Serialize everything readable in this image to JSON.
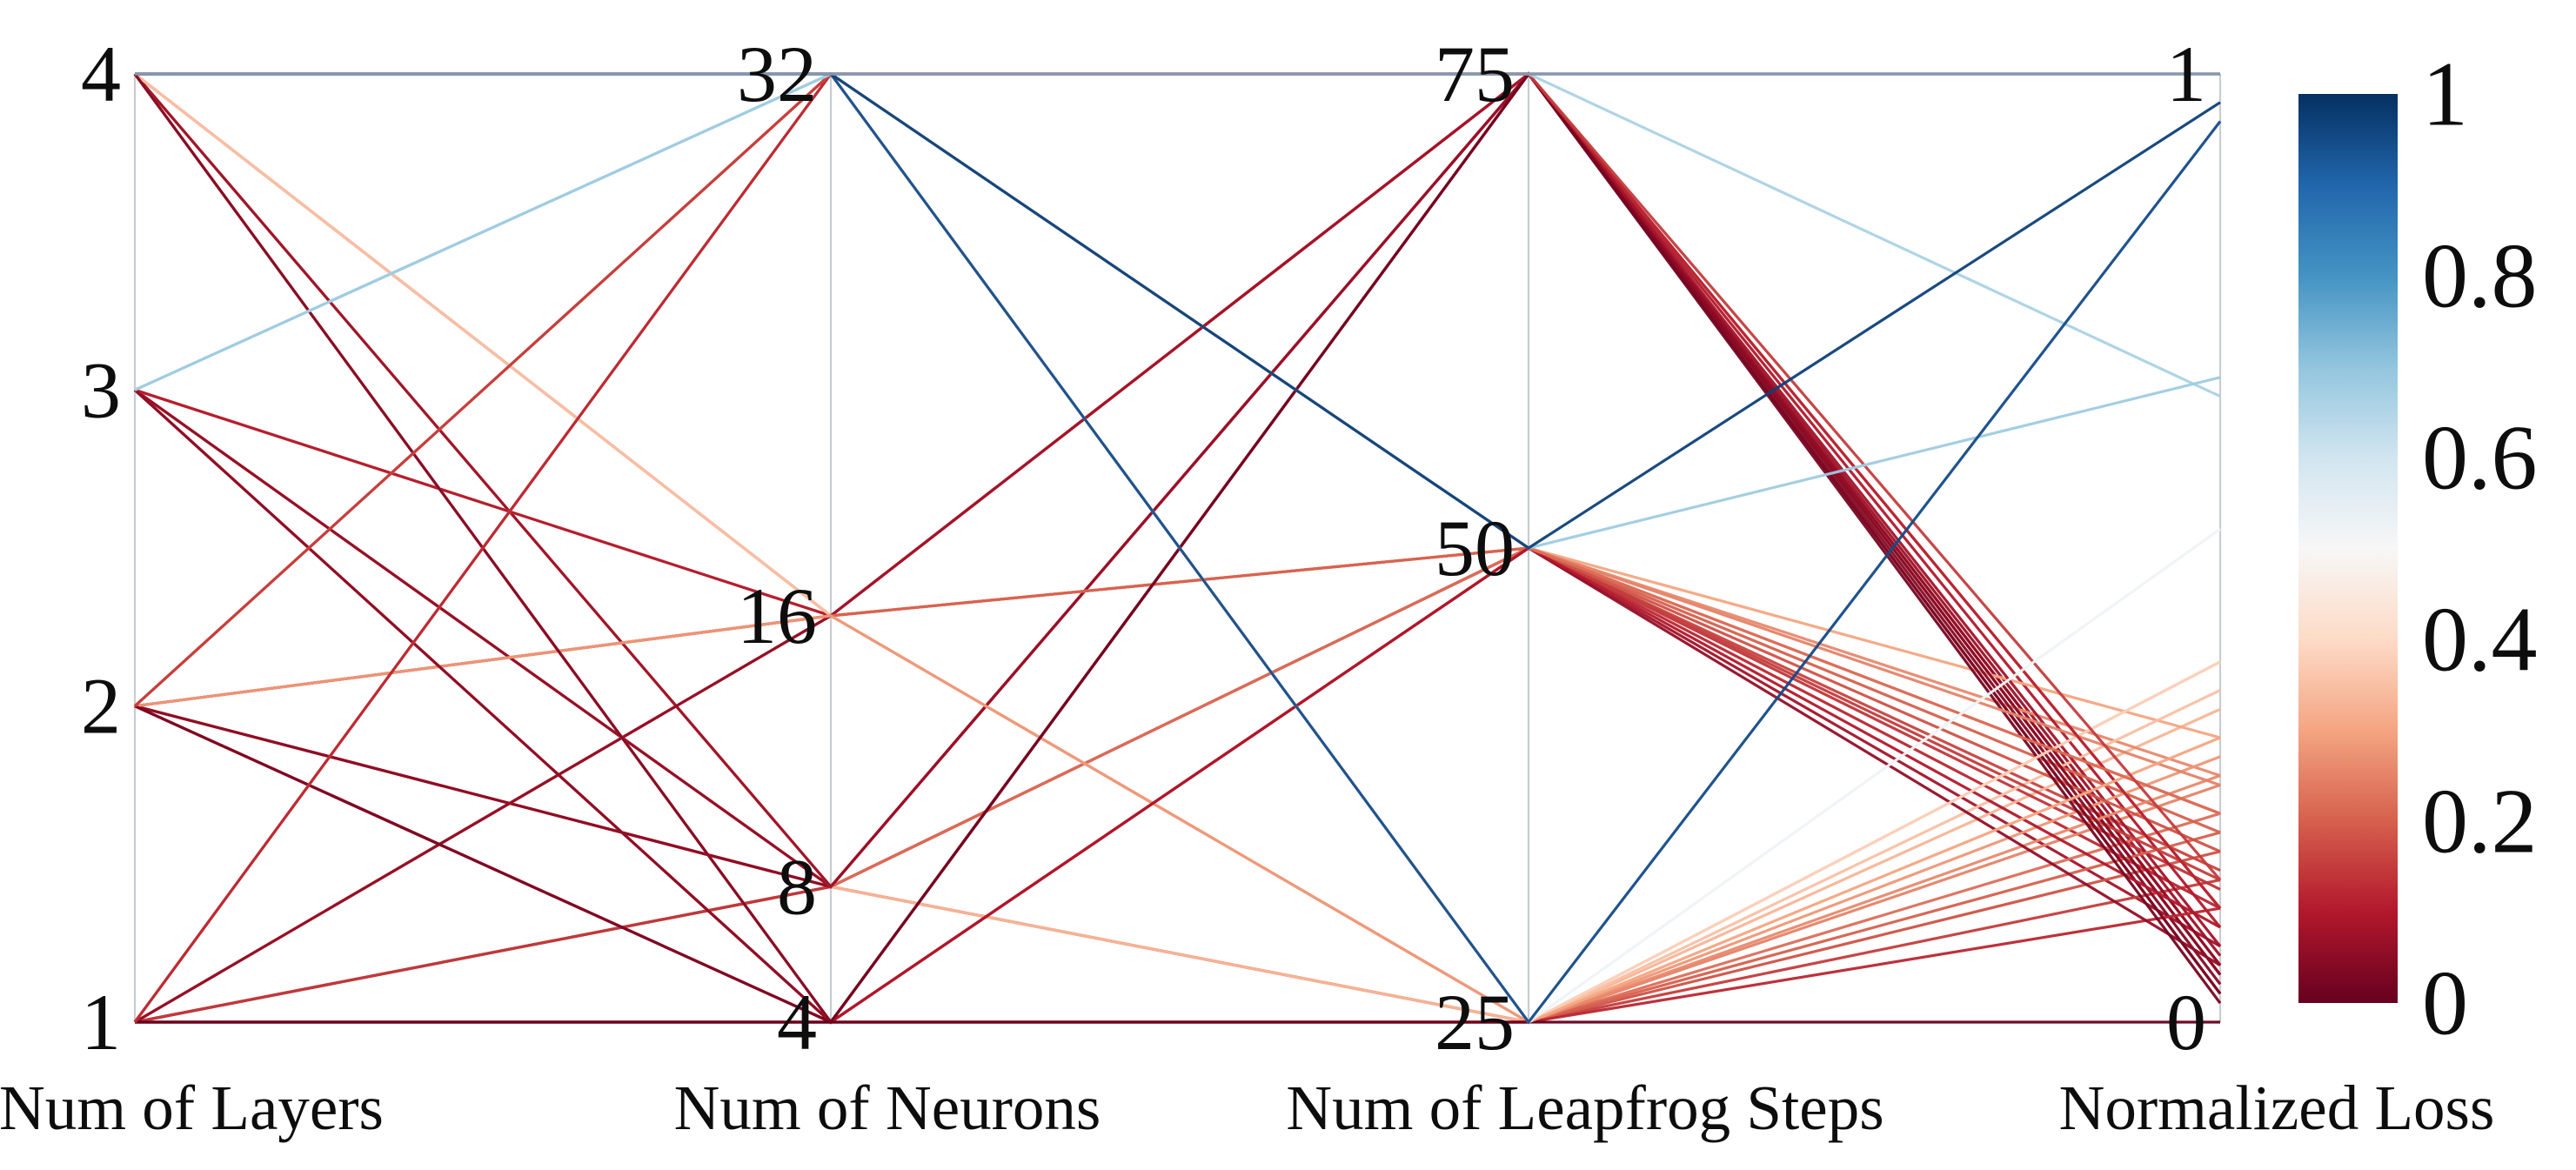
{
  "chart_data": {
    "type": "parallel-coordinates",
    "title": "",
    "color_by": "Normalized Loss",
    "axes": [
      {
        "label": "Num of Layers",
        "range": [
          1,
          4
        ],
        "ticks": [
          1,
          2,
          3,
          4
        ],
        "tick_labels": [
          "1",
          "2",
          "3",
          "4"
        ]
      },
      {
        "label": "Num of Neurons",
        "range": [
          4,
          32
        ],
        "ticks": [
          4,
          8,
          16,
          32
        ],
        "tick_labels": [
          "4",
          "8",
          "16",
          "32"
        ]
      },
      {
        "label": "Num of Leapfrog Steps",
        "range": [
          25,
          75
        ],
        "ticks": [
          25,
          50,
          75
        ],
        "tick_labels": [
          "25",
          "50",
          "75"
        ]
      },
      {
        "label": "Normalized Loss",
        "range": [
          0,
          1
        ],
        "ticks": [
          0,
          1
        ],
        "tick_labels": [
          "0",
          "1"
        ]
      }
    ],
    "colorbar": {
      "min": 0,
      "max": 1,
      "tick_values": [
        1,
        0.8,
        0.6,
        0.4,
        0.2,
        0
      ],
      "tick_labels": [
        "1",
        "0.8",
        "0.6",
        "0.4",
        "0.2",
        "0"
      ],
      "colormap": "RdBu"
    },
    "colormap_stops": [
      [
        0.0,
        "#67001f"
      ],
      [
        0.1,
        "#b2182b"
      ],
      [
        0.2,
        "#d6604d"
      ],
      [
        0.3,
        "#f4a582"
      ],
      [
        0.4,
        "#fddbc7"
      ],
      [
        0.5,
        "#f7f7f7"
      ],
      [
        0.6,
        "#d1e5f0"
      ],
      [
        0.7,
        "#92c5de"
      ],
      [
        0.8,
        "#4393c3"
      ],
      [
        0.9,
        "#2166ac"
      ],
      [
        1.0,
        "#053061"
      ]
    ],
    "runs_columns": [
      "num_layers",
      "num_neurons",
      "num_leapfrog_steps",
      "normalized_loss"
    ],
    "runs": [
      [
        1,
        8,
        50,
        0.08
      ],
      [
        1,
        8,
        75,
        0.03
      ],
      [
        1,
        8,
        25,
        0.15
      ],
      [
        2,
        8,
        25,
        0.18
      ],
      [
        2,
        8,
        50,
        0.12
      ],
      [
        2,
        8,
        75,
        0.05
      ],
      [
        3,
        8,
        25,
        0.25
      ],
      [
        3,
        8,
        50,
        0.16
      ],
      [
        3,
        8,
        75,
        0.06
      ],
      [
        4,
        8,
        25,
        0.33
      ],
      [
        4,
        8,
        50,
        0.22
      ],
      [
        4,
        8,
        75,
        0.07
      ],
      [
        1,
        16,
        25,
        0.22
      ],
      [
        1,
        16,
        50,
        0.14
      ],
      [
        1,
        16,
        75,
        0.06
      ],
      [
        3,
        16,
        25,
        0.38
      ],
      [
        3,
        16,
        50,
        0.26
      ],
      [
        3,
        16,
        75,
        0.1
      ],
      [
        4,
        16,
        75,
        0.12
      ],
      [
        4,
        16,
        50,
        0.3
      ],
      [
        4,
        16,
        25,
        0.35
      ],
      [
        2,
        16,
        75,
        0.08
      ],
      [
        2,
        16,
        50,
        0.2
      ],
      [
        2,
        16,
        25,
        0.28
      ],
      [
        3,
        4,
        25,
        0.2
      ],
      [
        3,
        4,
        50,
        0.15
      ],
      [
        3,
        4,
        75,
        0.05
      ],
      [
        4,
        4,
        25,
        0.26
      ],
      [
        4,
        4,
        50,
        0.18
      ],
      [
        4,
        4,
        75,
        0.04
      ],
      [
        2,
        4,
        25,
        0.12
      ],
      [
        2,
        4,
        50,
        0.06
      ],
      [
        2,
        4,
        75,
        0.03
      ],
      [
        1,
        4,
        50,
        0.1
      ],
      [
        1,
        4,
        75,
        0.02
      ],
      [
        1,
        4,
        25,
        0.0
      ],
      [
        1,
        32,
        25,
        0.38
      ],
      [
        1,
        32,
        50,
        0.25
      ],
      [
        1,
        32,
        75,
        0.12
      ],
      [
        2,
        32,
        25,
        0.3
      ],
      [
        2,
        32,
        50,
        0.22
      ],
      [
        2,
        32,
        75,
        0.15
      ],
      [
        3,
        32,
        25,
        0.52
      ],
      [
        3,
        32,
        75,
        0.66
      ],
      [
        3,
        32,
        50,
        0.68
      ],
      [
        4,
        32,
        25,
        0.95
      ],
      [
        4,
        32,
        50,
        0.97
      ],
      [
        4,
        32,
        75,
        1.0
      ]
    ]
  },
  "colors": {
    "background": "#ffffff",
    "axis_line": "#c8ccd2",
    "top_spine": "#9fa8ba",
    "text": "#0d0d0d",
    "loss_low": "#67001f",
    "loss_high": "#053061"
  }
}
